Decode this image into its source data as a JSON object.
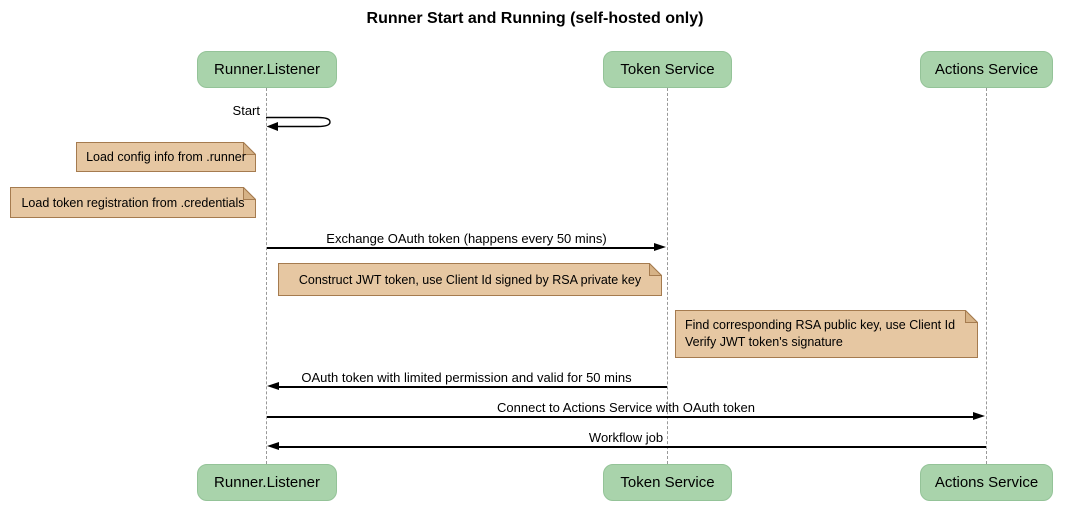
{
  "title": "Runner Start and Running (self-hosted only)",
  "colors": {
    "actor_fill": "#A9D3AB",
    "actor_border": "#94C398",
    "note_fill": "#E6C7A2",
    "note_border": "#A57B4F",
    "note_fold": "#D6B286",
    "line": "#000000",
    "lifeline": "#999999"
  },
  "participants": [
    {
      "name": "Runner.Listener"
    },
    {
      "name": "Token Service"
    },
    {
      "name": "Actions Service"
    }
  ],
  "messages": [
    {
      "label": "Start",
      "from": "Runner.Listener",
      "to": "Runner.Listener",
      "kind": "self"
    },
    {
      "label": "Exchange OAuth token (happens every 50 mins)",
      "from": "Runner.Listener",
      "to": "Token Service",
      "kind": "arrow"
    },
    {
      "label": "OAuth token with limited permission and valid for 50 mins",
      "from": "Token Service",
      "to": "Runner.Listener",
      "kind": "arrow"
    },
    {
      "label": "Connect to Actions Service with OAuth token",
      "from": "Runner.Listener",
      "to": "Actions Service",
      "kind": "arrow"
    },
    {
      "label": "Workflow job",
      "from": "Actions Service",
      "to": "Runner.Listener",
      "kind": "arrow"
    }
  ],
  "notes": [
    {
      "text": "Load config info from .runner",
      "placement": "left of Runner.Listener"
    },
    {
      "text": "Load token registration from .credentials",
      "placement": "left of Runner.Listener"
    },
    {
      "text": "Construct JWT token, use Client Id signed by RSA private key",
      "placement": "over Runner.Listener and Token Service"
    },
    {
      "lines": [
        "Find corresponding RSA public key, use Client Id",
        "Verify JWT token's signature"
      ],
      "placement": "over Token Service and Actions Service"
    }
  ]
}
